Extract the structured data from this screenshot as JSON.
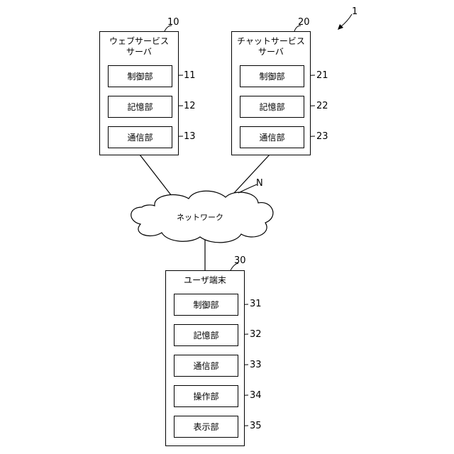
{
  "system_ref": "1",
  "network": {
    "label": "ネットワーク",
    "ref": "N"
  },
  "web_server": {
    "ref": "10",
    "title_line1": "ウェブサービス",
    "title_line2": "サーバ",
    "modules": [
      {
        "label": "制御部",
        "ref": "11"
      },
      {
        "label": "記憶部",
        "ref": "12"
      },
      {
        "label": "通信部",
        "ref": "13"
      }
    ]
  },
  "chat_server": {
    "ref": "20",
    "title_line1": "チャットサービス",
    "title_line2": "サーバ",
    "modules": [
      {
        "label": "制御部",
        "ref": "21"
      },
      {
        "label": "記憶部",
        "ref": "22"
      },
      {
        "label": "通信部",
        "ref": "23"
      }
    ]
  },
  "user_terminal": {
    "ref": "30",
    "title": "ユーザ端末",
    "modules": [
      {
        "label": "制御部",
        "ref": "31"
      },
      {
        "label": "記憶部",
        "ref": "32"
      },
      {
        "label": "通信部",
        "ref": "33"
      },
      {
        "label": "操作部",
        "ref": "34"
      },
      {
        "label": "表示部",
        "ref": "35"
      }
    ]
  }
}
